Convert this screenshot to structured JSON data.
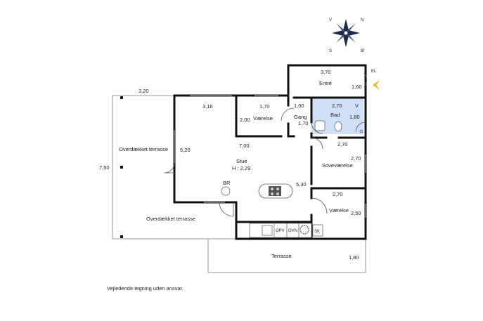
{
  "compass": {
    "n": "N",
    "s": "S",
    "v": "V",
    "o": "Ø"
  },
  "labels": {
    "entre_dim": "3,70",
    "entre": "Entré",
    "door_dim": "1,60",
    "el": "EL",
    "top_dim": "3,20",
    "left_dim": "7,50",
    "stue_dim": "3,16",
    "room1_w": "1,70",
    "room1_h": "2,00",
    "vaerelse1": "Værelse",
    "gang_dim": "1,00",
    "gang": "Gang",
    "gang_h": "1,70",
    "bad_dim": "2,70",
    "bad": "Bad",
    "bad_v": "V",
    "bad_h": "1,80",
    "sove_w": "2,70",
    "sove_h": "2,70",
    "sove": "Soveværelse",
    "terr1": "Overdækket terrasse",
    "terr1_dim": "5,20",
    "stue_w": "7,00",
    "stue": "Stue",
    "stue_h": "H : 2,29",
    "stue_depth": "5,30",
    "br": "BR",
    "v2_w": "2,70",
    "v2": "Værelse",
    "v2_h": "2,50",
    "terr2": "Overdækket terrasse",
    "opv": "OPV",
    "ovn": "OVN",
    "sk": "SK",
    "terr3": "Terrasse",
    "terr3_dim": "1,80"
  },
  "footer": "Vejledende tegning uden ansvar.",
  "colors": {
    "bathroom": "#cfe0f7",
    "arrow": "#f2b21a",
    "compass": "#1d2b4a"
  }
}
